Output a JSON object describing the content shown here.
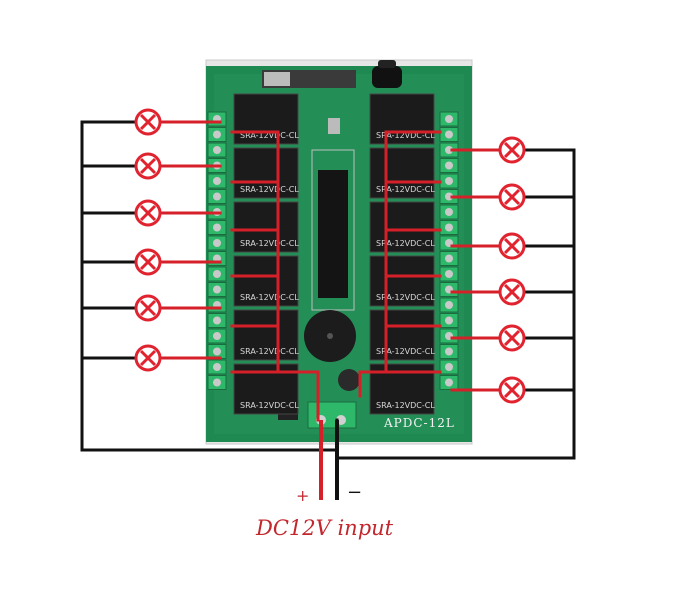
{
  "board": {
    "model": "APDC-12L",
    "relay_label": "SRA-12VDC-CL",
    "relay_count": 12
  },
  "power": {
    "plus": "+",
    "minus": "−",
    "label": "DC12V input"
  },
  "colors": {
    "pcb": "#1e8a52",
    "wire_red": "#d5202a",
    "wire_black": "#111111",
    "lamp_red": "#e0232f",
    "relay_body": "#1b1b1b",
    "terminal": "#2db86a"
  },
  "loads": {
    "left_count": 6,
    "right_count": 6,
    "icon": "lamp-icon"
  }
}
